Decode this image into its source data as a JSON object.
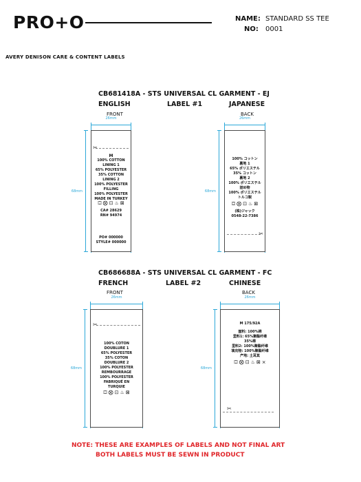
{
  "brand": {
    "logo_text": "PRO+O"
  },
  "meta": {
    "name_label": "NAME:",
    "name_value": "STANDARD SS TEE",
    "no_label": "NO:",
    "no_value": "0001"
  },
  "section_title": "AVERY DENISON CARE & CONTENT LABELS",
  "dim_width": "26mm",
  "dim_height": "68mm",
  "label1": {
    "title": "CB681418A - STS UNIVERSAL CL GARMENT - EJ",
    "left_lang": "ENGLISH",
    "center": "LABEL #1",
    "right_lang": "JAPANESE",
    "front_title": "FRONT",
    "back_title": "BACK",
    "front": {
      "size": "M",
      "lines": [
        "100% COTTON",
        "LINING 1",
        "65% POLYESTER",
        "35% COTTON",
        "LINING 2",
        "100% POLYESTER",
        "FILLING",
        "100% POLYESTER",
        "MADE IN TURKEY"
      ],
      "care_icons": [
        "wash-30-icon",
        "no-bleach-icon",
        "tumble-dry-icon",
        "iron-low-icon",
        "no-dryclean-icon"
      ],
      "care_glyphs": [
        "⛋",
        "⨂",
        "⊡",
        "♨",
        "⊠"
      ],
      "ca": "CA# 28629",
      "rn": "RN# 94974",
      "po": "PO# 000000",
      "style": "STYLE# 000000"
    },
    "back": {
      "lines": [
        "100% コットン",
        "裏地 1",
        "65% ポリエステル",
        "35% コットン",
        "裏地 2",
        "100% ポリエステル",
        "詰め物",
        "100% ポリエステル",
        "トルコ製"
      ],
      "care_glyphs": [
        "⛋",
        "⨂",
        "⊡",
        "♨",
        "⊠"
      ],
      "company": "(株)ジャック",
      "phone": "0548-22-7386"
    }
  },
  "label2": {
    "title": "CB686688A - STS UNIVERSAL CL GARMENT - FC",
    "left_lang": "FRENCH",
    "center": "LABEL #2",
    "right_lang": "CHINESE",
    "front_title": "FRONT",
    "back_title": "BACK",
    "front": {
      "lines": [
        "100% COTON",
        "DOUBLURE 1",
        "65% POLYESTER",
        "35% COTON",
        "DOUBLURE 2",
        "100% POLYESTER",
        "REMBOURRAGE",
        "100% POLYESTER",
        "FABRIQUÉ EN",
        "TURQUIE"
      ],
      "care_glyphs": [
        "⛋",
        "⨂",
        "⊡",
        "♨",
        "⊠"
      ]
    },
    "back": {
      "size": "M 175/92A",
      "lines": [
        "面料: 100%棉",
        "里料1: 65%聚酯纤维",
        "35%棉",
        "里料2: 100%聚酯纤维",
        "填充物: 100%聚酯纤维",
        "产地: 土耳其"
      ],
      "care_glyphs": [
        "⛋",
        "⨂",
        "⊡",
        "♨",
        "⊠",
        "⨯"
      ]
    }
  },
  "note": {
    "line1": "NOTE: THESE ARE EXAMPLES OF LABELS AND NOT FINAL ART",
    "line2": "BOTH LABELS MUST BE SEWN IN PRODUCT"
  }
}
